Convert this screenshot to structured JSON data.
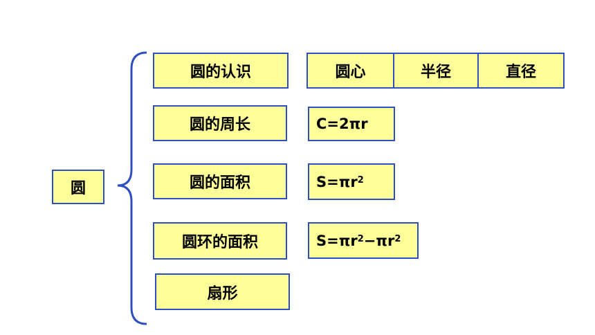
{
  "root": {
    "label": "圆"
  },
  "branches": [
    {
      "label": "圆的认识"
    },
    {
      "label": "圆的周长"
    },
    {
      "label": "圆的面积"
    },
    {
      "label": "圆环的面积"
    },
    {
      "label": "扇形"
    }
  ],
  "recognition_parts": [
    "圆心",
    "半径",
    "直径"
  ],
  "formulas": {
    "circumference": "C=2πr",
    "area_base": "S=πr",
    "area_exp": "2",
    "ring_a": "S=πr",
    "ring_exp1": "2",
    "ring_b": "−πr",
    "ring_exp2": "2"
  },
  "colors": {
    "box_fill": "#ffff99",
    "border": "#2f4fc0"
  }
}
